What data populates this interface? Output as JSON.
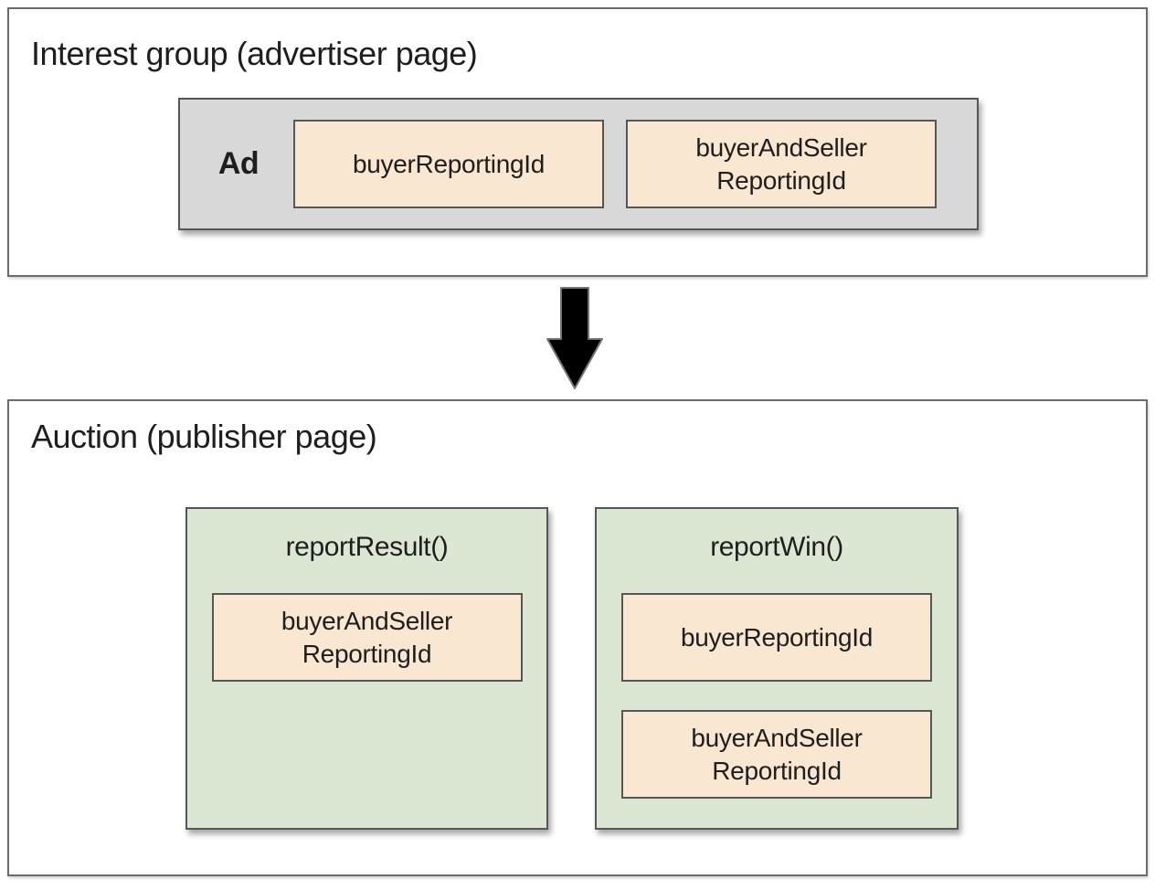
{
  "colors": {
    "background": "#ffffff",
    "outer_border": "#6b6b6b",
    "ad_box_fill": "#d8d8d8",
    "ad_box_border": "#565656",
    "id_box_fill": "#f9e7d1",
    "id_box_border": "#565656",
    "function_box_fill": "#dbe7d2",
    "function_box_border": "#565656",
    "arrow_fill": "#000000",
    "arrow_outline": "#757575",
    "text": "#1e1e1e"
  },
  "interest_group_panel": {
    "title": "Interest group (advertiser page)",
    "ad_box": {
      "label": "Ad",
      "ids": [
        {
          "label": "buyerReportingId"
        },
        {
          "label": "buyerAndSeller\nReportingId"
        }
      ]
    }
  },
  "arrow": {
    "direction": "down"
  },
  "auction_panel": {
    "title": "Auction (publisher page)",
    "functions": [
      {
        "name": "reportResult()",
        "ids": [
          {
            "label": "buyerAndSeller\nReportingId"
          }
        ]
      },
      {
        "name": "reportWin()",
        "ids": [
          {
            "label": "buyerReportingId"
          },
          {
            "label": "buyerAndSeller\nReportingId"
          }
        ]
      }
    ]
  }
}
